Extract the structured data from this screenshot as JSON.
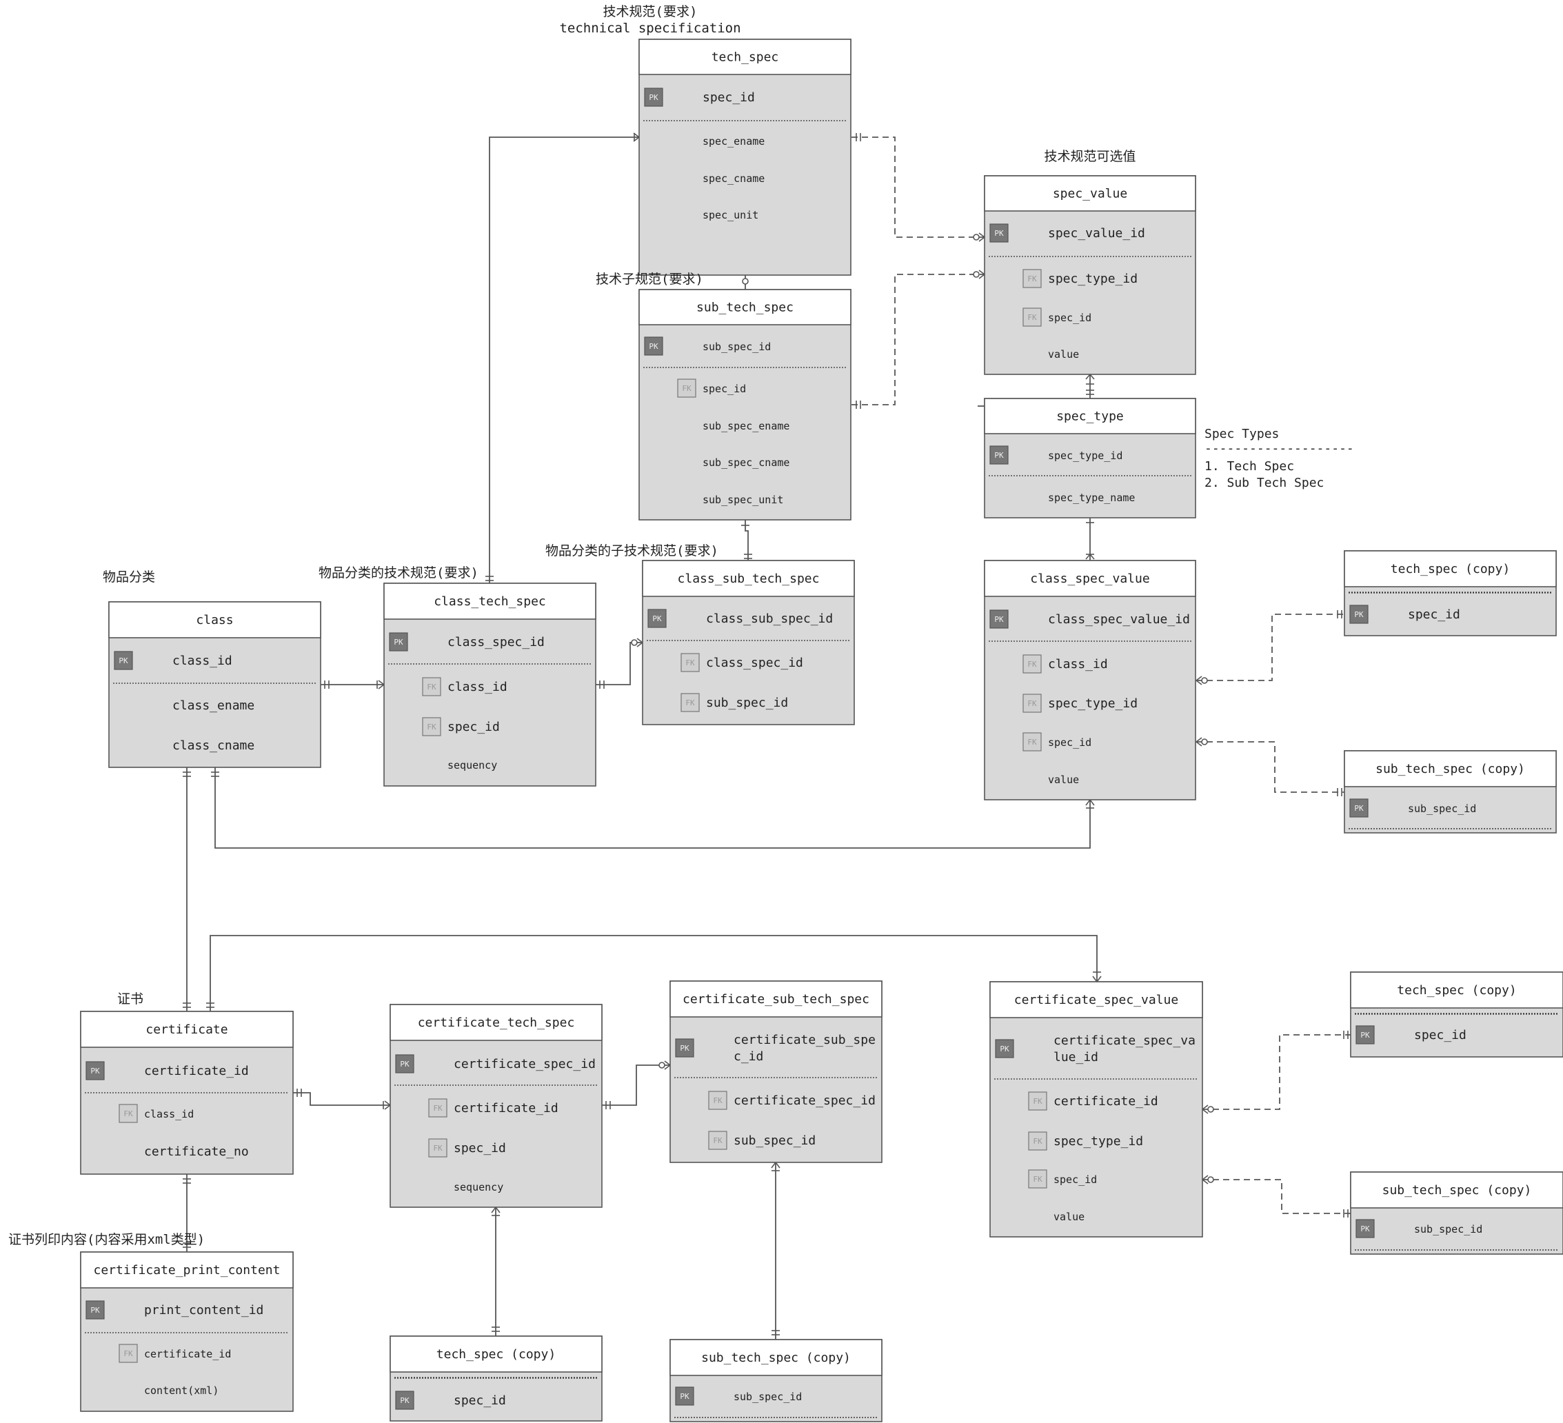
{
  "labels": {
    "tech_spec_cn": "技术规范(要求)",
    "tech_spec_en": "technical specification",
    "spec_value_cn": "技术规范可选值",
    "sub_tech_spec_cn": "技术子规范(要求)",
    "class_cn": "物品分类",
    "class_tech_spec_cn": "物品分类的技术规范(要求)",
    "class_sub_tech_spec_cn": "物品分类的子技术规范(要求)",
    "certificate_cn": "证书",
    "print_content_cn": "证书列印内容(内容采用xml类型)"
  },
  "note": {
    "title": "Spec Types",
    "rule": "--------------------",
    "items": [
      "1. Tech Spec",
      "2. Sub Tech Spec"
    ]
  },
  "badges": {
    "pk": "PK",
    "fk": "FK"
  },
  "entities": {
    "tech_spec": {
      "title": "tech_spec",
      "fields": [
        "spec_id",
        "spec_ename",
        "spec_cname",
        "spec_unit"
      ]
    },
    "sub_tech_spec": {
      "title": "sub_tech_spec",
      "fields": [
        "sub_spec_id",
        "spec_id",
        "sub_spec_ename",
        "sub_spec_cname",
        "sub_spec_unit"
      ]
    },
    "spec_value": {
      "title": "spec_value",
      "fields": [
        "spec_value_id",
        "spec_type_id",
        "spec_id",
        "value"
      ]
    },
    "spec_type": {
      "title": "spec_type",
      "fields": [
        "spec_type_id",
        "spec_type_name"
      ]
    },
    "class": {
      "title": "class",
      "fields": [
        "class_id",
        "class_ename",
        "class_cname"
      ]
    },
    "class_tech_spec": {
      "title": "class_tech_spec",
      "fields": [
        "class_spec_id",
        "class_id",
        "spec_id",
        "sequency"
      ]
    },
    "class_sub_tech_spec": {
      "title": "class_sub_tech_spec",
      "fields": [
        "class_sub_spec_id",
        "class_spec_id",
        "sub_spec_id"
      ]
    },
    "class_spec_value": {
      "title": "class_spec_value",
      "fields": [
        "class_spec_value_id",
        "class_id",
        "spec_type_id",
        "spec_id",
        "value"
      ]
    },
    "tech_spec_copy_1": {
      "title": "tech_spec (copy)",
      "fields": [
        "spec_id"
      ]
    },
    "sub_tech_spec_copy_1": {
      "title": "sub_tech_spec (copy)",
      "fields": [
        "sub_spec_id"
      ]
    },
    "certificate": {
      "title": "certificate",
      "fields": [
        "certificate_id",
        "class_id",
        "certificate_no"
      ]
    },
    "certificate_tech_spec": {
      "title": "certificate_tech_spec",
      "fields": [
        "certificate_spec_id",
        "certificate_id",
        "spec_id",
        "sequency"
      ]
    },
    "certificate_sub_tech_spec": {
      "title": "certificate_sub_tech_spec",
      "fields": [
        "certificate_sub_spe",
        "c_id",
        "certificate_spec_id",
        "sub_spec_id"
      ]
    },
    "certificate_spec_value": {
      "title": "certificate_spec_value",
      "fields": [
        "certificate_spec_va",
        "lue_id",
        "certificate_id",
        "spec_type_id",
        "spec_id",
        "value"
      ]
    },
    "tech_spec_copy_2": {
      "title": "tech_spec (copy)",
      "fields": [
        "spec_id"
      ]
    },
    "sub_tech_spec_copy_2": {
      "title": "sub_tech_spec (copy)",
      "fields": [
        "sub_spec_id"
      ]
    },
    "certificate_print_content": {
      "title": "certificate_print_content",
      "fields": [
        "print_content_id",
        "certificate_id",
        "content(xml)"
      ]
    },
    "tech_spec_copy_3": {
      "title": "tech_spec (copy)",
      "fields": [
        "spec_id"
      ]
    },
    "sub_tech_spec_copy_3": {
      "title": "sub_tech_spec (copy)",
      "fields": [
        "sub_spec_id"
      ]
    }
  }
}
